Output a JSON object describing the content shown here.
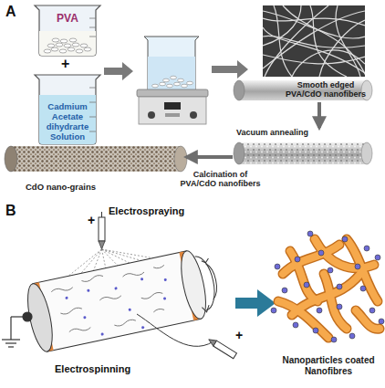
{
  "diagram": {
    "nodes": [
      {
        "text": [
          "PVA"
        ]
      },
      {
        "text": [
          "Cadmium Acetate dihydrarte Solution"
        ]
      },
      {
        "text": [
          "Smooth edged PVA/CdO nanofibers"
        ]
      },
      {
        "text": [
          "Vacuum annealing"
        ]
      },
      {
        "text": [
          "CdO nano-grains"
        ]
      },
      {
        "text": [
          "Nanoparticles coated Nanofibres"
        ]
      }
    ],
    "edges": [
      {
        "from": 2,
        "to": 3,
        "arrow": "to"
      },
      {
        "from": 3,
        "to": 4,
        "arrow": "to",
        "label": "Calcination of PVA/CdO nanofibers"
      }
    ],
    "labels": [
      "A",
      "+",
      "B",
      "Electrospraying",
      "+",
      "Electrospinning",
      "+"
    ]
  }
}
